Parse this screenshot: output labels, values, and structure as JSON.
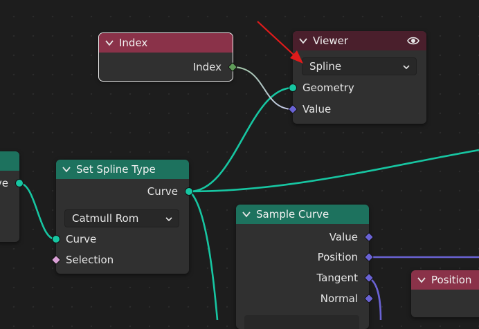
{
  "nodes": {
    "index": {
      "title": "Index",
      "outputs": [
        "Index"
      ]
    },
    "viewer": {
      "title": "Viewer",
      "domain_value": "Spline",
      "inputs": [
        "Geometry",
        "Value"
      ]
    },
    "set_spline_type": {
      "title": "Set Spline Type",
      "outputs": [
        "Curve"
      ],
      "type_value": "Catmull Rom",
      "inputs": [
        "Curve",
        "Selection"
      ]
    },
    "sample_curve": {
      "title": "Sample Curve",
      "outputs": [
        "Value",
        "Position",
        "Tangent",
        "Normal"
      ]
    },
    "position": {
      "title": "Position"
    },
    "left_partial": {
      "output_fragment": "ve"
    }
  },
  "colors": {
    "background": "#1d1d1d",
    "geometry_socket": "#17c6a2",
    "integer_socket": "#5f9c59",
    "vector_socket": "#6a63d4",
    "boolean_socket": "#d9a0d6",
    "input_header": "#8a3249",
    "output_header": "#4a1f2c",
    "geometry_header": "#1d725e",
    "annotation_arrow": "#e01b1b"
  },
  "icons": [
    "chevron-down-icon",
    "eye-icon",
    "dropdown-chevron-icon"
  ]
}
